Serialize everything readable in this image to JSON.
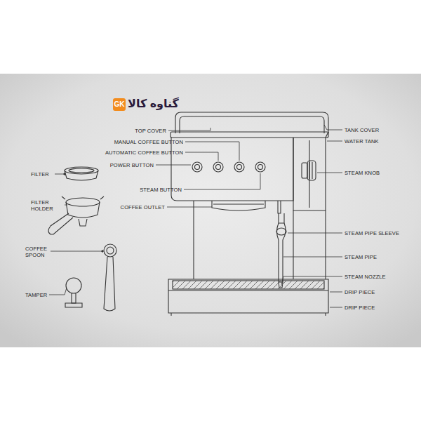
{
  "diagram": {
    "labels": [
      "GK",
      "گناوه کالا",
      "TOP COVER",
      "MANUAL COFFEE BUTTON",
      "AUTOMATIC COFFEE BUTTON",
      "POWER BUTTON",
      "STEAM BUTTON",
      "COFFEE OUTLET",
      "FILTER",
      "FILTER HOLDER",
      "COFFEE SPOON",
      "TAMPER",
      "TANK COVER",
      "WATER TANK",
      "STEAM KNOB",
      "STEAM PIPE SLEEVE",
      "STEAM PIPE",
      "STEAM NOZZLE",
      "DRIP PIECE",
      "DRIP PIECE"
    ]
  }
}
